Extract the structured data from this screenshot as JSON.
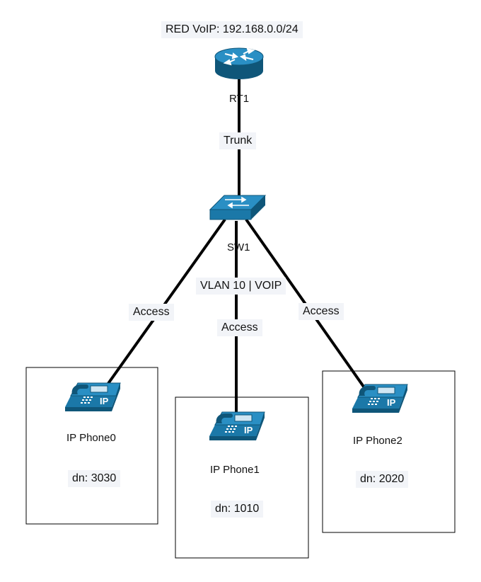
{
  "diagram": {
    "network_label": "RED VoIP: 192.168.0.0/24",
    "router": {
      "name": "RT1",
      "icon": "router-icon"
    },
    "switch": {
      "name": "SW1",
      "icon": "switch-icon"
    },
    "vlan_label": "VLAN 10 | VOIP",
    "links": {
      "router_switch": "Trunk",
      "switch_phone0": "Access",
      "switch_phone1": "Access",
      "switch_phone2": "Access"
    },
    "phones": [
      {
        "name": "IP Phone0",
        "dn": "dn: 3030",
        "icon": "ip-phone-icon"
      },
      {
        "name": "IP Phone1",
        "dn": "dn: 1010",
        "icon": "ip-phone-icon"
      },
      {
        "name": "IP Phone2",
        "dn": "dn: 2020",
        "icon": "ip-phone-icon"
      }
    ],
    "colors": {
      "device_blue": "#1b78a8",
      "device_dark": "#0f5679",
      "link": "#000000",
      "label_bg": "#f2f4f8"
    }
  }
}
